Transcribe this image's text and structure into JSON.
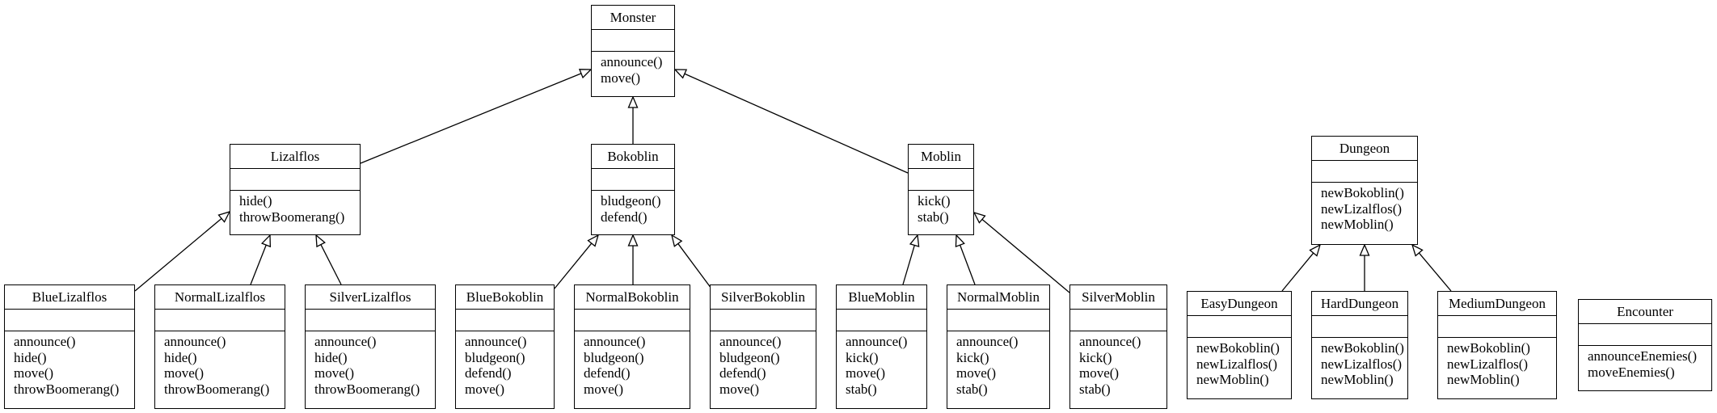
{
  "classes": [
    {
      "id": "Monster",
      "name": "Monster",
      "operations": [
        "announce()",
        "move()"
      ]
    },
    {
      "id": "Lizalflos",
      "name": "Lizalflos",
      "operations": [
        "hide()",
        "throwBoomerang()"
      ]
    },
    {
      "id": "Bokoblin",
      "name": "Bokoblin",
      "operations": [
        "bludgeon()",
        "defend()"
      ]
    },
    {
      "id": "Moblin",
      "name": "Moblin",
      "operations": [
        "kick()",
        "stab()"
      ]
    },
    {
      "id": "BlueLizalflos",
      "name": "BlueLizalflos",
      "operations": [
        "announce()",
        "hide()",
        "move()",
        "throwBoomerang()"
      ]
    },
    {
      "id": "NormalLizalflos",
      "name": "NormalLizalflos",
      "operations": [
        "announce()",
        "hide()",
        "move()",
        "throwBoomerang()"
      ]
    },
    {
      "id": "SilverLizalflos",
      "name": "SilverLizalflos",
      "operations": [
        "announce()",
        "hide()",
        "move()",
        "throwBoomerang()"
      ]
    },
    {
      "id": "BlueBokoblin",
      "name": "BlueBokoblin",
      "operations": [
        "announce()",
        "bludgeon()",
        "defend()",
        "move()"
      ]
    },
    {
      "id": "NormalBokoblin",
      "name": "NormalBokoblin",
      "operations": [
        "announce()",
        "bludgeon()",
        "defend()",
        "move()"
      ]
    },
    {
      "id": "SilverBokoblin",
      "name": "SilverBokoblin",
      "operations": [
        "announce()",
        "bludgeon()",
        "defend()",
        "move()"
      ]
    },
    {
      "id": "BlueMoblin",
      "name": "BlueMoblin",
      "operations": [
        "announce()",
        "kick()",
        "move()",
        "stab()"
      ]
    },
    {
      "id": "NormalMoblin",
      "name": "NormalMoblin",
      "operations": [
        "announce()",
        "kick()",
        "move()",
        "stab()"
      ]
    },
    {
      "id": "SilverMoblin",
      "name": "SilverMoblin",
      "operations": [
        "announce()",
        "kick()",
        "move()",
        "stab()"
      ]
    },
    {
      "id": "Dungeon",
      "name": "Dungeon",
      "operations": [
        "newBokoblin()",
        "newLizalflos()",
        "newMoblin()"
      ]
    },
    {
      "id": "EasyDungeon",
      "name": "EasyDungeon",
      "operations": [
        "newBokoblin()",
        "newLizalflos()",
        "newMoblin()"
      ]
    },
    {
      "id": "HardDungeon",
      "name": "HardDungeon",
      "operations": [
        "newBokoblin()",
        "newLizalflos()",
        "newMoblin()"
      ]
    },
    {
      "id": "MediumDungeon",
      "name": "MediumDungeon",
      "operations": [
        "newBokoblin()",
        "newLizalflos()",
        "newMoblin()"
      ]
    },
    {
      "id": "Encounter",
      "name": "Encounter",
      "operations": [
        "announceEnemies()",
        "moveEnemies()"
      ]
    }
  ],
  "inheritance": [
    {
      "child": "Lizalflos",
      "parent": "Monster"
    },
    {
      "child": "Bokoblin",
      "parent": "Monster"
    },
    {
      "child": "Moblin",
      "parent": "Monster"
    },
    {
      "child": "BlueLizalflos",
      "parent": "Lizalflos"
    },
    {
      "child": "NormalLizalflos",
      "parent": "Lizalflos"
    },
    {
      "child": "SilverLizalflos",
      "parent": "Lizalflos"
    },
    {
      "child": "BlueBokoblin",
      "parent": "Bokoblin"
    },
    {
      "child": "NormalBokoblin",
      "parent": "Bokoblin"
    },
    {
      "child": "SilverBokoblin",
      "parent": "Bokoblin"
    },
    {
      "child": "BlueMoblin",
      "parent": "Moblin"
    },
    {
      "child": "NormalMoblin",
      "parent": "Moblin"
    },
    {
      "child": "SilverMoblin",
      "parent": "Moblin"
    },
    {
      "child": "EasyDungeon",
      "parent": "Dungeon"
    },
    {
      "child": "HardDungeon",
      "parent": "Dungeon"
    },
    {
      "child": "MediumDungeon",
      "parent": "Dungeon"
    }
  ]
}
